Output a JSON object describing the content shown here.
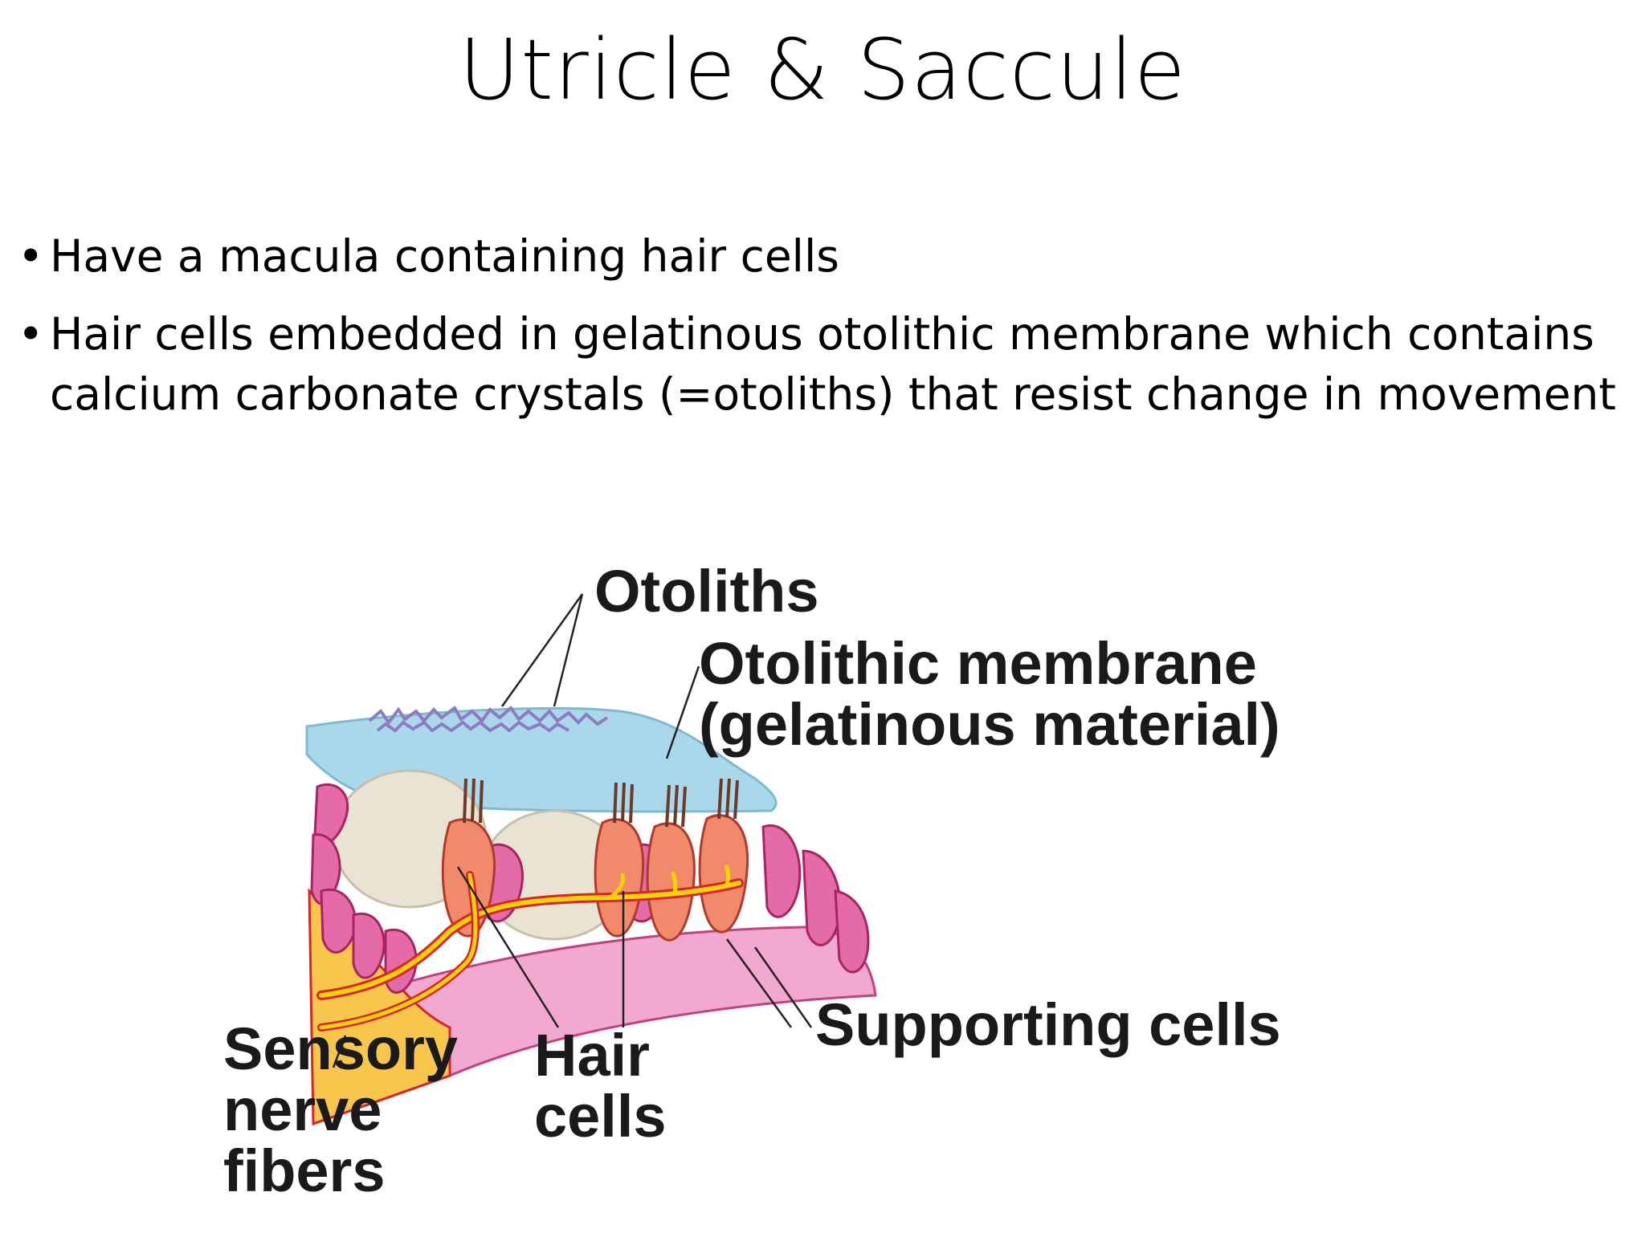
{
  "slide": {
    "title": "Utricle & Saccule",
    "bullets": [
      "Have a macula containing hair cells",
      "Hair cells embedded in gelatinous otolithic membrane which contains calcium carbonate crystals (=otoliths) that resist change in movement"
    ],
    "bullet_glyph": "•"
  },
  "diagram": {
    "labels": {
      "otoliths": "Otoliths",
      "otolithic_membrane_line1": "Otolithic membrane",
      "otolithic_membrane_line2": "(gelatinous material)",
      "sensory_line1": "Sensory",
      "sensory_line2": "nerve",
      "sensory_line3": "fibers",
      "hair_line1": "Hair",
      "hair_line2": "cells",
      "supporting": "Supporting cells"
    },
    "colors": {
      "membrane": "#a9d8ea",
      "otoliths": "#8f7bbf",
      "cells": "#e46aa8",
      "cell_outline": "#a8255f",
      "hair_cells": "#f08a6a",
      "nerve": "#f5d200",
      "nerve_outline": "#d8242a",
      "cytoplasm": "#e9e3d4",
      "label_text": "#1a1a1a"
    }
  }
}
